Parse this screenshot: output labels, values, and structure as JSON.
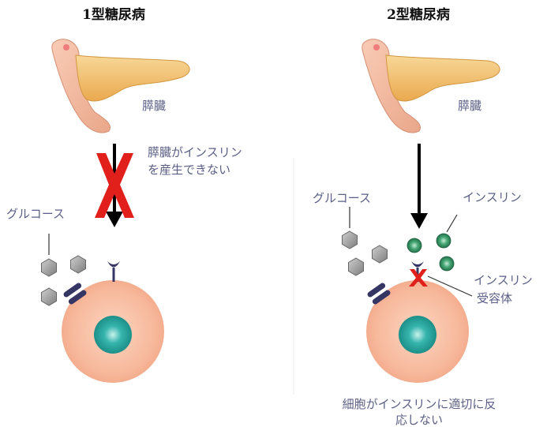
{
  "panels": {
    "type1": {
      "title": "1型糖尿病",
      "pancreas_label": "膵臓",
      "note_line1": "膵臓がインスリン",
      "note_line2": "を産生できない",
      "glucose_label": "グルコース"
    },
    "type2": {
      "title": "2型糖尿病",
      "pancreas_label": "膵臓",
      "glucose_label": "グルコース",
      "insulin_label": "インスリン",
      "receptor_line1": "インスリン",
      "receptor_line2": "受容体",
      "caption_line1": "細胞がインスリンに適切に反",
      "caption_line2": "応しない"
    }
  },
  "colors": {
    "pancreas_body": "#f2c16e",
    "pancreas_head": "#f3b79a",
    "cell": "#f9c2a8",
    "nucleus": "#2aa8a0",
    "glucose": "#8f8f8f",
    "insulin": "#3a9a6a",
    "receptor": "#3a3a6a",
    "cross": "#e1201b",
    "label_text": "#5b5f86"
  },
  "icons": [
    "glucose-hexagon-icon",
    "insulin-molecule-icon",
    "insulin-receptor-icon",
    "glucose-transporter-icon",
    "arrow-down-icon",
    "red-cross-icon"
  ]
}
